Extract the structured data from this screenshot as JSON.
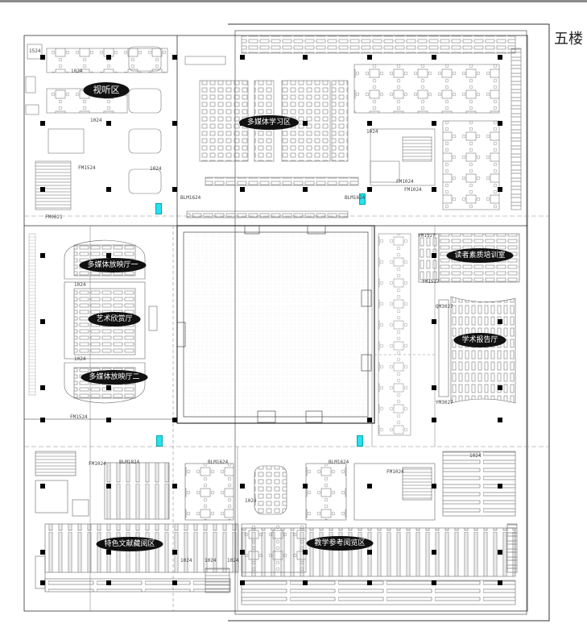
{
  "floor_title": "五楼",
  "colors": {
    "wall": "#000000",
    "line": "#555555",
    "faint": "#9a9a9a",
    "accent_door": "#27e0f0",
    "label_bg": "#111111",
    "label_text": "#ffffff"
  },
  "zones": {
    "audiovisual": "视听区",
    "multimedia_study": "多媒体学习区",
    "reader_training": "读者素质培训室",
    "screening_hall_1": "多媒体放映厅一",
    "art_appreciation": "艺术欣赏厅",
    "screening_hall_2": "多媒体放映厅二",
    "academic_report": "学术报告厅",
    "special_literature": "特色文献藏阅区",
    "teaching_reference": "教学参考阅览区"
  },
  "codes": {
    "c1": "1524",
    "c2": "1024",
    "c3": "1024",
    "c4": "1024",
    "c5": "1024",
    "c6": "BLM1624",
    "c7": "BLM1624",
    "c8": "FM1524",
    "c9": "FM1024",
    "c10": "YM1527",
    "c11": "YM1527",
    "c12": "QM3027",
    "c13": "YM3027",
    "c14": "FM1524",
    "c15": "BLM1824",
    "c16": "BLM1624",
    "c17": "BLM1624",
    "c18": "FM1024",
    "c19": "FM1024",
    "c20": "1024",
    "c21": "1024",
    "c22": "1024",
    "c23": "FM0621",
    "c24": "1024",
    "c25": "1024",
    "c26": "1024",
    "c27": "FM1024",
    "c28": "1024"
  }
}
